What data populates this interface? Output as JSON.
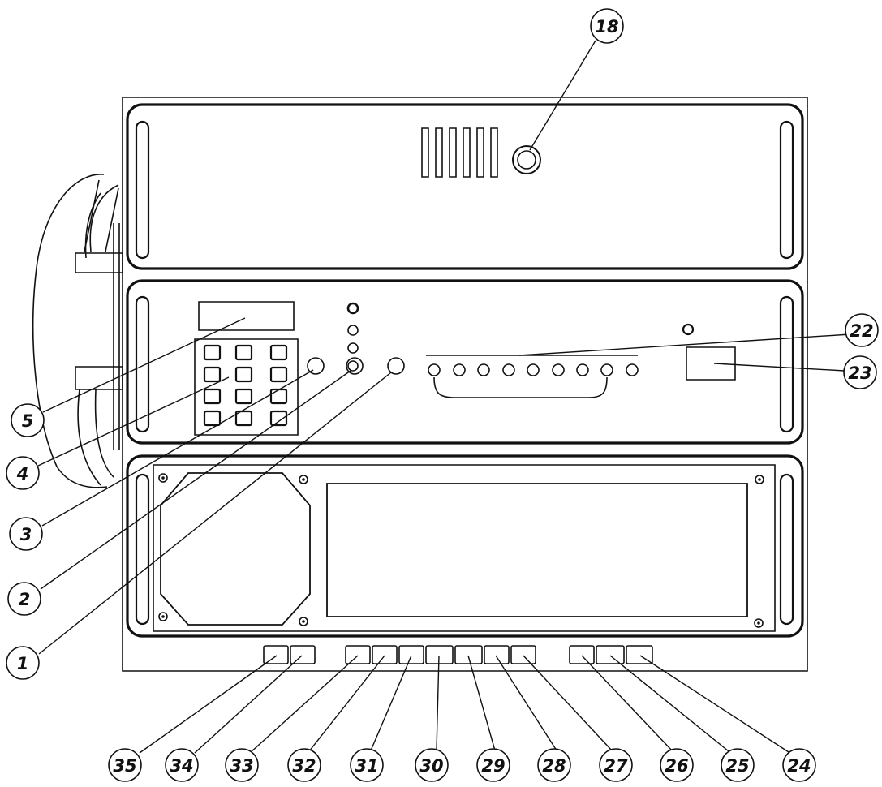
{
  "callouts": [
    {
      "id": "c1",
      "label": "1"
    },
    {
      "id": "c2",
      "label": "2"
    },
    {
      "id": "c3",
      "label": "3"
    },
    {
      "id": "c4",
      "label": "4"
    },
    {
      "id": "c5",
      "label": "5"
    },
    {
      "id": "c18",
      "label": "18"
    },
    {
      "id": "c22",
      "label": "22"
    },
    {
      "id": "c23",
      "label": "23"
    },
    {
      "id": "c24",
      "label": "24"
    },
    {
      "id": "c25",
      "label": "25"
    },
    {
      "id": "c26",
      "label": "26"
    },
    {
      "id": "c27",
      "label": "27"
    },
    {
      "id": "c28",
      "label": "28"
    },
    {
      "id": "c29",
      "label": "29"
    },
    {
      "id": "c30",
      "label": "30"
    },
    {
      "id": "c31",
      "label": "31"
    },
    {
      "id": "c32",
      "label": "32"
    },
    {
      "id": "c33",
      "label": "33"
    },
    {
      "id": "c34",
      "label": "34"
    },
    {
      "id": "c35",
      "label": "35"
    }
  ]
}
